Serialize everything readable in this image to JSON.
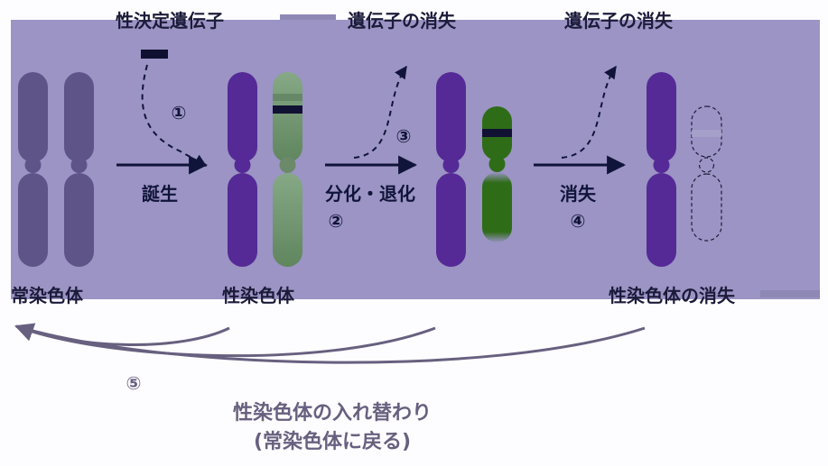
{
  "top_labels": {
    "sex_determining_gene": "性決定遺伝子",
    "gene_loss_1": "遺伝子の消失",
    "gene_loss_2": "遺伝子の消失"
  },
  "stage_labels": {
    "autosome": "常染色体",
    "sex_chromosome": "性染色体",
    "sex_chromosome_loss": "性染色体の消失"
  },
  "process_labels": {
    "birth": "誕生",
    "differentiation_degeneration": "分化・退化",
    "loss": "消失"
  },
  "step_numbers": {
    "step1": "①",
    "step2": "②",
    "step3": "③",
    "step4": "④",
    "step5": "⑤"
  },
  "bottom_caption": {
    "line1": "性染色体の入れ替わり",
    "line2": "(常染色体に戻る)"
  },
  "colors": {
    "panel_bg": "#9b94c4",
    "autosome": "#5e5488",
    "x_chromosome": "#552a96",
    "y_chromosome_early": "#6a8a6a",
    "y_chromosome_diff": "#2f6c18",
    "band": "#111133",
    "arrow": "#11143a",
    "bottom_arrow": "#67607f",
    "ghost_label": "#9a96b0"
  }
}
